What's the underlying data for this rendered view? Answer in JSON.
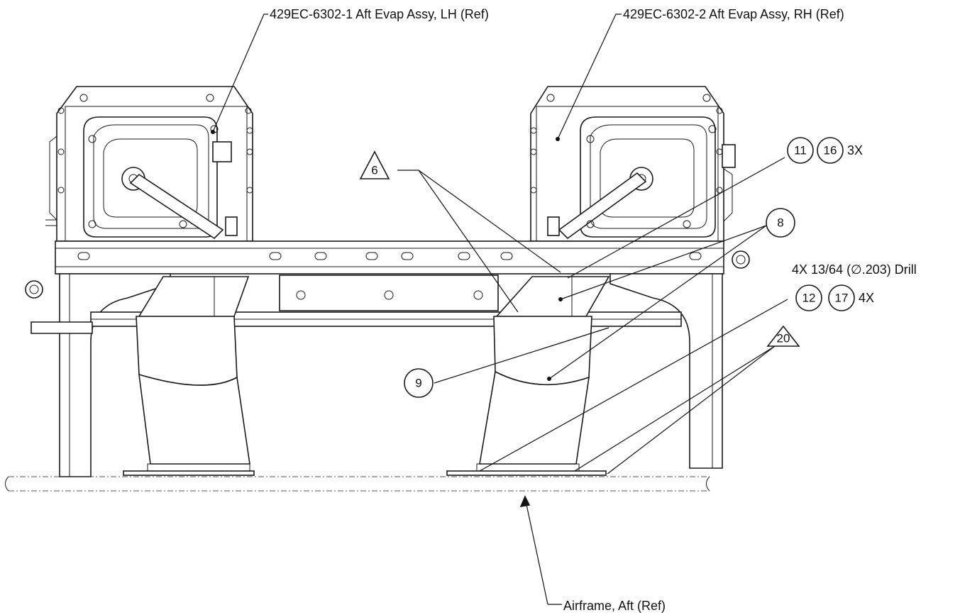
{
  "callouts": {
    "lh_assy": "429EC-6302-1 Aft Evap Assy, LH (Ref)",
    "rh_assy": "429EC-6302-2 Aft Evap Assy, RH (Ref)",
    "airframe": "Airframe, Aft (Ref)",
    "drill_note": "4X 13/64 (∅.203) Drill"
  },
  "balloons": {
    "item_11": "11",
    "item_16": "16",
    "qty_11_16": "3X",
    "item_8": "8",
    "item_9": "9",
    "item_12": "12",
    "item_17": "17",
    "qty_12_17": "4X"
  },
  "flag_notes": {
    "note_6": "6",
    "note_20": "20"
  },
  "colors": {
    "line": "#1a1a1a",
    "background": "#ffffff"
  }
}
